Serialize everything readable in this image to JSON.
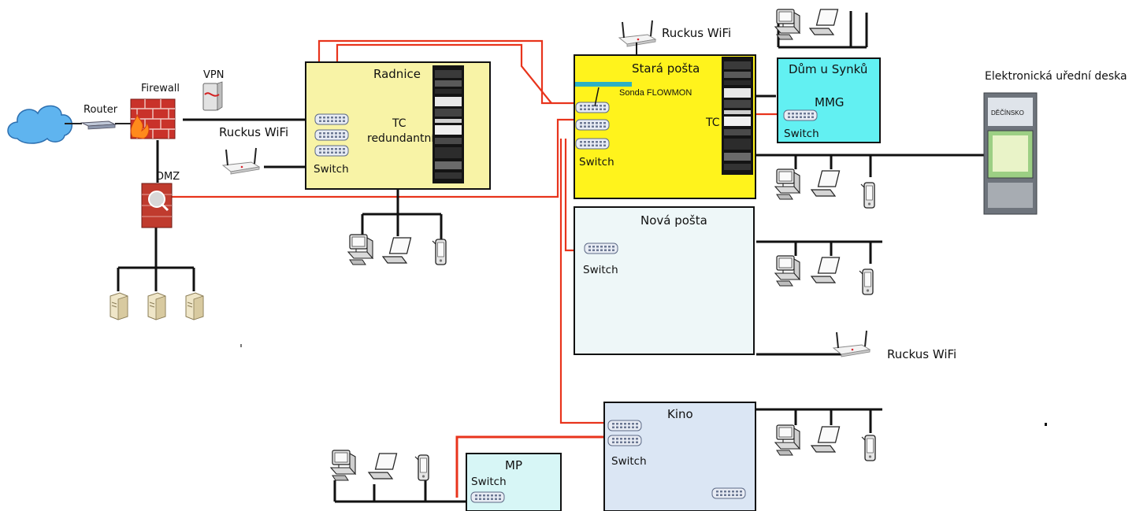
{
  "labels": {
    "router": "Router",
    "firewall": "Firewall",
    "vpn": "VPN",
    "dmz": "DMZ",
    "ruckus_radnice": "Ruckus WiFi",
    "ruckus_top": "Ruckus WiFi",
    "ruckus_nova": "Ruckus  WiFi",
    "eboard": "Elektronická uřední deska",
    "eboard_logo": "DĚČÍNSKO"
  },
  "buildings": {
    "radnice": {
      "title": "Radnice",
      "tc1": "TC",
      "tc2": "redundantní",
      "switch": "Switch",
      "fill": "#f8f3a6"
    },
    "stara": {
      "title": "Stará pošta",
      "probe": "Sonda FLOWMON",
      "tc": "TC",
      "switch": "Switch",
      "fill": "#fff31c"
    },
    "dum": {
      "title": "Dům u Synků",
      "sub": "MMG",
      "switch": "Switch",
      "fill": "#62f0f2"
    },
    "nova": {
      "title": "Nová pošta",
      "switch": "Switch",
      "fill": "#eef7f8"
    },
    "kino": {
      "title": "Kino",
      "switch": "Switch",
      "fill": "#dbe6f4"
    },
    "mp": {
      "title": "MP",
      "switch": "Switch",
      "fill": "#d7f6f6"
    }
  },
  "colors": {
    "red_link": "#e8341c",
    "black_link": "#111111",
    "firewall": "#c9322a",
    "cloud": "#5fb4ef"
  }
}
